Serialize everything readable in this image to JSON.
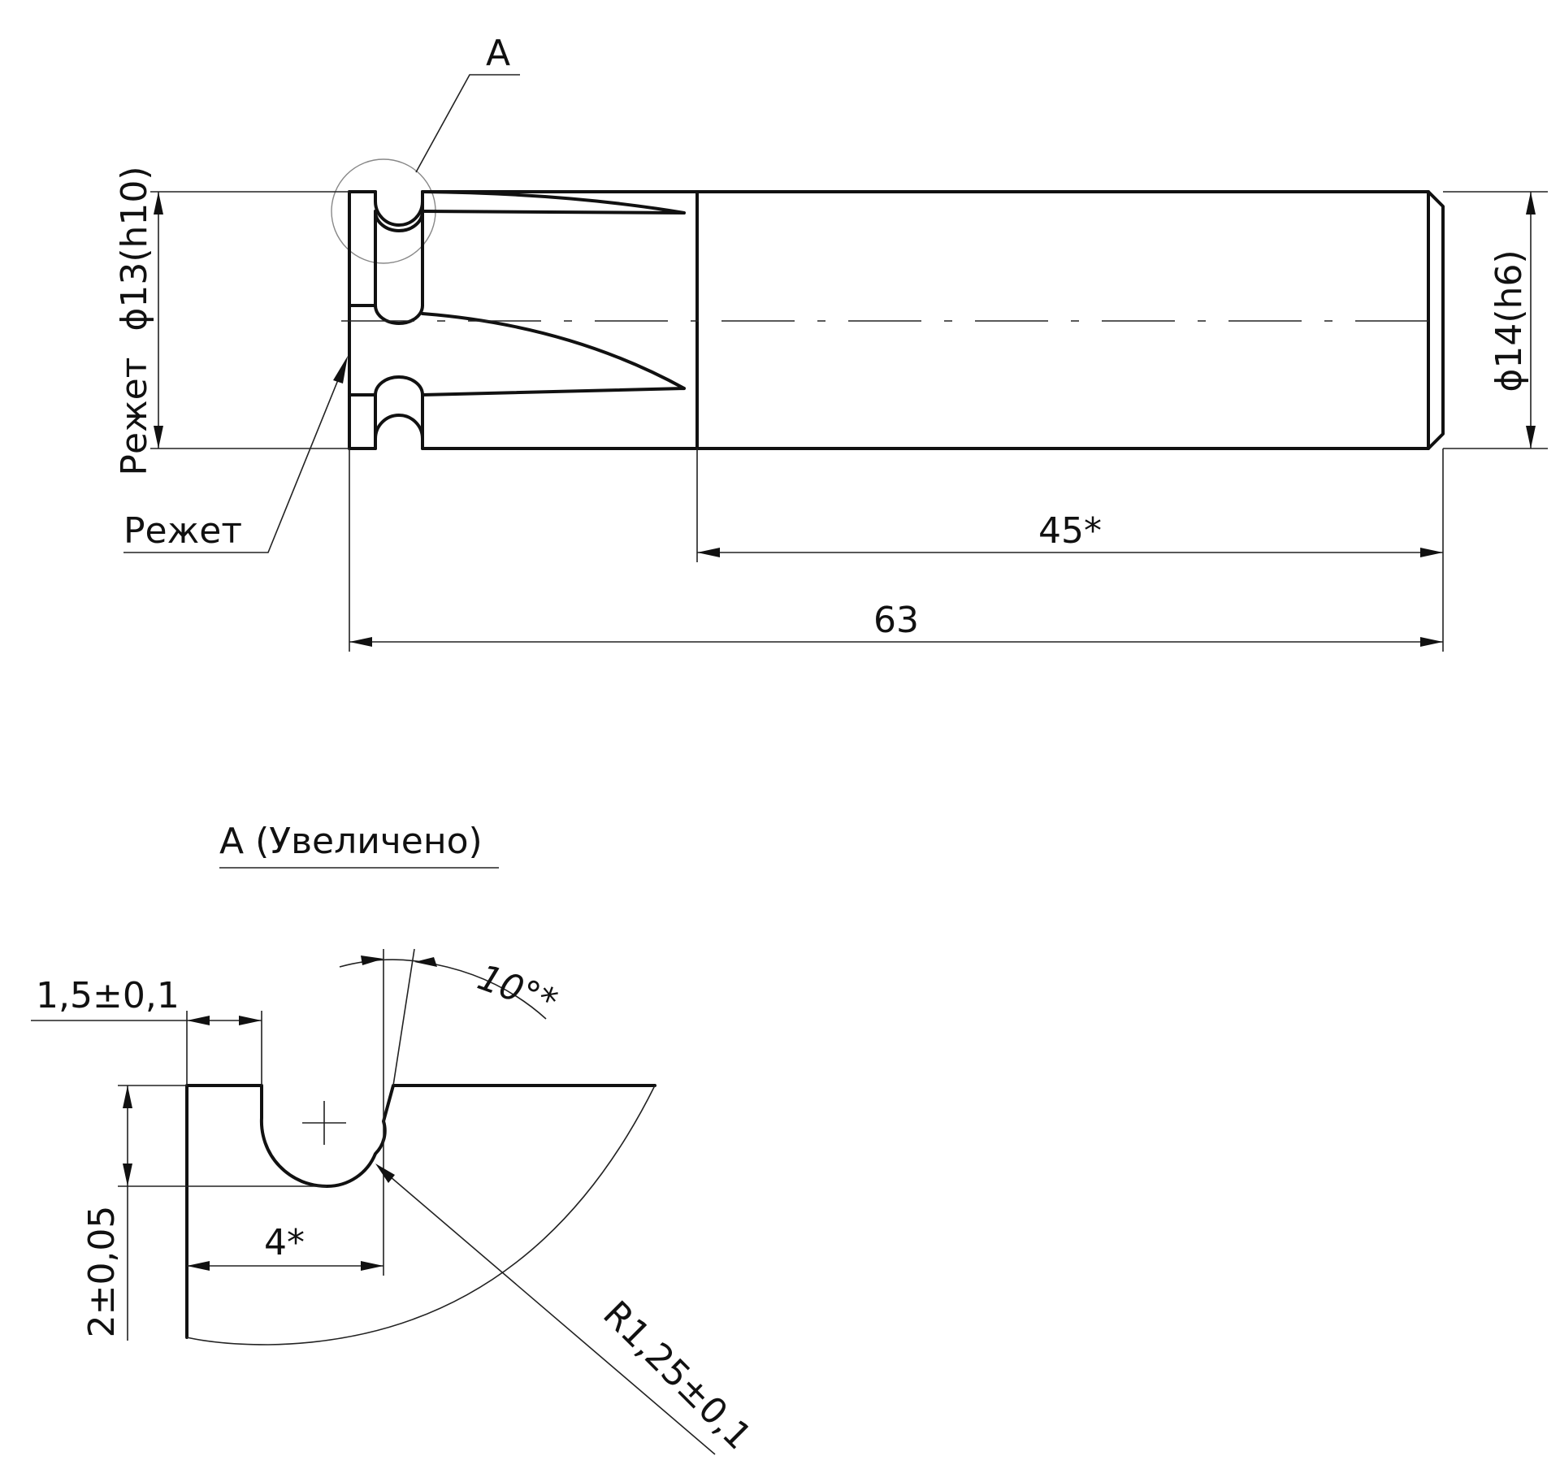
{
  "view_a": {
    "label": "A"
  },
  "main_view": {
    "cut_label_vertical": "Режет",
    "dia_left": "ϕ13(h10)",
    "cut_label_leader": "Режет",
    "dia_right": "ϕ14(h6)",
    "dim_45": "45*",
    "dim_63": "63"
  },
  "detail_view": {
    "title": "A (Увеличено)",
    "dim_width": "1,5±0,1",
    "dim_angle": "10°*",
    "dim_depth": "2±0,05",
    "dim_groove": "4*",
    "dim_radius": "R1,25±0,1"
  }
}
